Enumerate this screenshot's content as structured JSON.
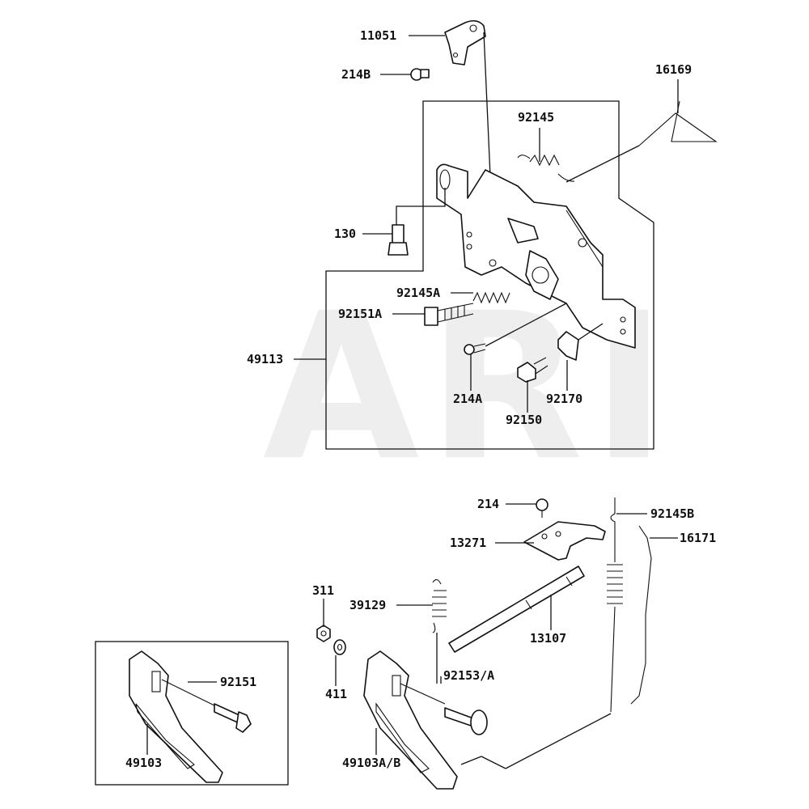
{
  "watermark": "ARI",
  "labels": {
    "p11051": "11051",
    "p214B": "214B",
    "p16169": "16169",
    "p92145": "92145",
    "p130": "130",
    "p92145A": "92145A",
    "p92151A": "92151A",
    "p49113": "49113",
    "p214A": "214A",
    "p92170": "92170",
    "p92150": "92150",
    "p214": "214",
    "p92145B": "92145B",
    "p16171": "16171",
    "p13271": "13271",
    "p311": "311",
    "p39129": "39129",
    "p13107": "13107",
    "p92151": "92151",
    "p92153A": "92153/A",
    "p411": "411",
    "p49103": "49103",
    "p49103AB": "49103A/B"
  }
}
